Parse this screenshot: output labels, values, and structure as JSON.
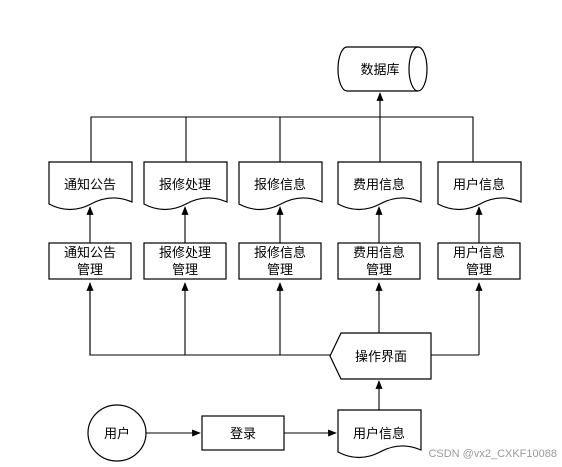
{
  "diagram": {
    "database": "数据库",
    "documents": [
      "通知公告",
      "报修处理",
      "报修信息",
      "费用信息",
      "用户信息"
    ],
    "modules": [
      [
        "通知公告",
        "管理"
      ],
      [
        "报修处理",
        "管理"
      ],
      [
        "报修信息",
        "管理"
      ],
      [
        "费用信息",
        "管理"
      ],
      [
        "用户信息",
        "管理"
      ]
    ],
    "interface": "操作界面",
    "user": "用户",
    "login": "登录",
    "user_info_doc": "用户信息"
  },
  "watermark": "CSDN @vx2_CXKF10088"
}
